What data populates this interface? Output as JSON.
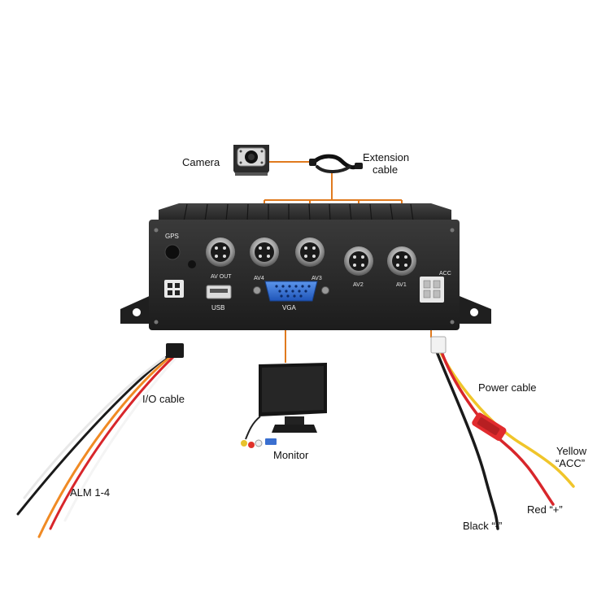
{
  "labels": {
    "camera": "Camera",
    "extension_line1": "Extension",
    "extension_line2": "cable",
    "io_cable": "I/O cable",
    "alm": "ALM 1-4",
    "monitor": "Monitor",
    "power_cable": "Power cable",
    "yellow_line1": "Yellow",
    "yellow_line2": "“ACC”",
    "red": "Red “+”",
    "black": "Black “-”"
  },
  "panel": {
    "gps": "GPS",
    "av_out": "AV OUT",
    "av4": "AV4",
    "av3": "AV3",
    "av2": "AV2",
    "av1": "AV1",
    "usb": "USB",
    "vga": "VGA",
    "acc": "ACC"
  },
  "colors": {
    "connector_line": "#e07a1e",
    "device_body": "#2a2a2a",
    "vga_port": "#2f6fd6",
    "wire_red": "#d8262b",
    "wire_yellow": "#f0c52a",
    "wire_black": "#1a1a1a",
    "wire_orange": "#f08a24",
    "wire_white": "#f4f4f4"
  }
}
